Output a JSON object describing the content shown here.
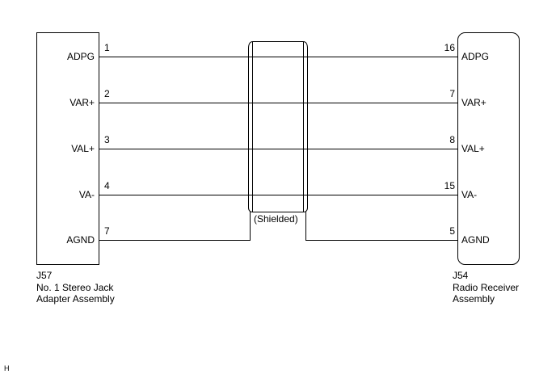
{
  "left_connector": {
    "id": "J57",
    "name_line1": "No. 1 Stereo Jack",
    "name_line2": "Adapter Assembly",
    "pins": [
      {
        "number": "1",
        "signal": "ADPG"
      },
      {
        "number": "2",
        "signal": "VAR+"
      },
      {
        "number": "3",
        "signal": "VAL+"
      },
      {
        "number": "4",
        "signal": "VA-"
      },
      {
        "number": "7",
        "signal": "AGND"
      }
    ]
  },
  "right_connector": {
    "id": "J54",
    "name_line1": "Radio Receiver",
    "name_line2": "Assembly",
    "pins": [
      {
        "number": "16",
        "signal": "ADPG"
      },
      {
        "number": "7",
        "signal": "VAR+"
      },
      {
        "number": "8",
        "signal": "VAL+"
      },
      {
        "number": "15",
        "signal": "VA-"
      },
      {
        "number": "5",
        "signal": "AGND"
      }
    ]
  },
  "shield_label": "(Shielded)",
  "corner_mark": "H"
}
